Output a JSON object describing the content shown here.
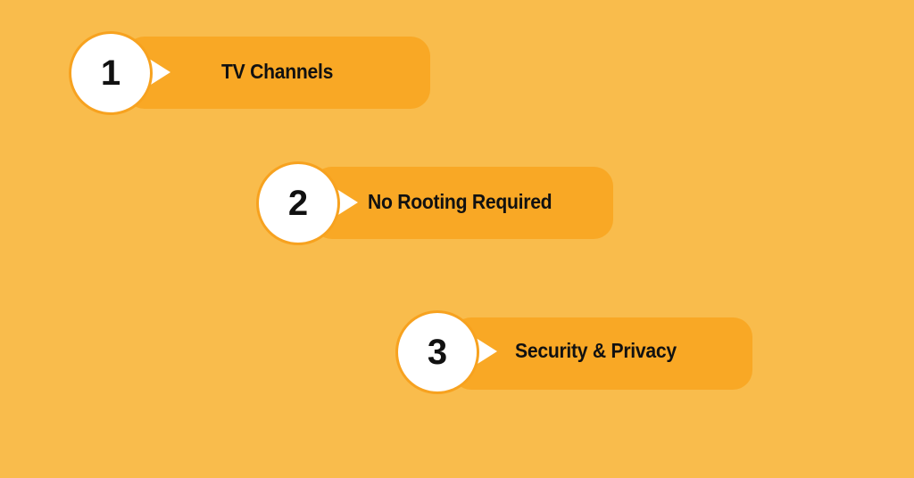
{
  "items": [
    {
      "number": "1",
      "label": "TV Channels"
    },
    {
      "number": "2",
      "label": "No Rooting Required"
    },
    {
      "number": "3",
      "label": "Security & Privacy"
    }
  ],
  "colors": {
    "background": "#F9BC4C",
    "pill": "#F9A825",
    "circle": "#FFFFFF",
    "text": "#111111"
  }
}
